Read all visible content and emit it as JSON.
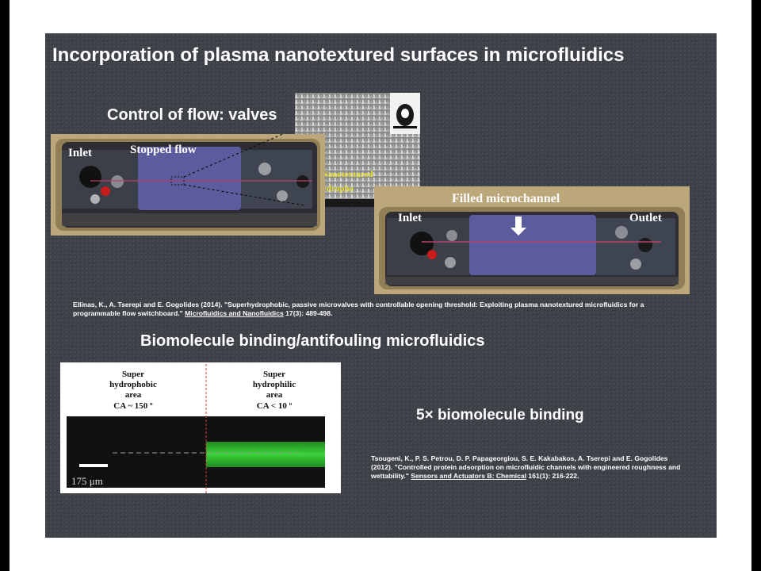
{
  "slide": {
    "title": "Incorporation of plasma nanotextured surfaces in microfluidics",
    "section1_heading": "Control of flow: valves",
    "section2_heading": "Biomolecule binding/antifouling microfluidics",
    "highlight": "5× biomolecule binding"
  },
  "figure_valve1": {
    "inlet_label": "Inlet",
    "stopped_label": "Stopped flow"
  },
  "figure_sem": {
    "label_line1": "Nanotextured",
    "label_line2": "superhydropho"
  },
  "figure_valve2": {
    "title_label": "Filled microchannel",
    "inlet_label": "Inlet",
    "outlet_label": "Outlet"
  },
  "figure_bio": {
    "left_line1": "Super",
    "left_line2": "hydrophobic",
    "left_line3": "area",
    "left_line4": "CA ~ 150 º",
    "right_line1": "Super",
    "right_line2": "hydrophilic",
    "right_line3": "area",
    "right_line4": "CA < 10 º",
    "scale_label": "175 μm"
  },
  "ref1": {
    "text": "Ellinas, K., A. Tserepi and E. Gogolides (2014). \"Superhydrophobic, passive microvalves with controllable opening threshold: Exploiting plasma nanotextured microfluidics for a programmable flow switchboard.\" ",
    "journal": "Microfluidics and Nanofluidics",
    "tail": " 17(3): 489-498."
  },
  "ref2": {
    "text": "Tsougeni, K., P. S. Petrou, D. P. Papageorgiou, S. E. Kakabakos, A. Tserepi and E. Gogolides (2012). \"Controlled protein adsorption on microfluidic channels with engineered roughness and wettability.\" ",
    "journal": "Sensors and Actuators B: Chemical",
    "tail": " 161(1): 216-222."
  },
  "colors": {
    "slide_bg": "#3b3e45",
    "chip_frame": "#b8a57a",
    "channel": "#5b5c9e",
    "fluorescence": "#3bd33b",
    "label_yellow": "#e8e030"
  }
}
